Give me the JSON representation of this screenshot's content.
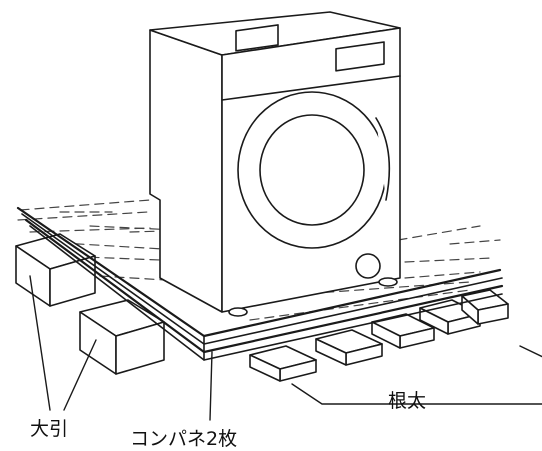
{
  "labels": {
    "sleeper": "大引",
    "plywood": "コンパネ2枚",
    "joist": "根太"
  },
  "colors": {
    "line": "#1a1a1a",
    "fill": "#ffffff",
    "dash": "#444444"
  }
}
